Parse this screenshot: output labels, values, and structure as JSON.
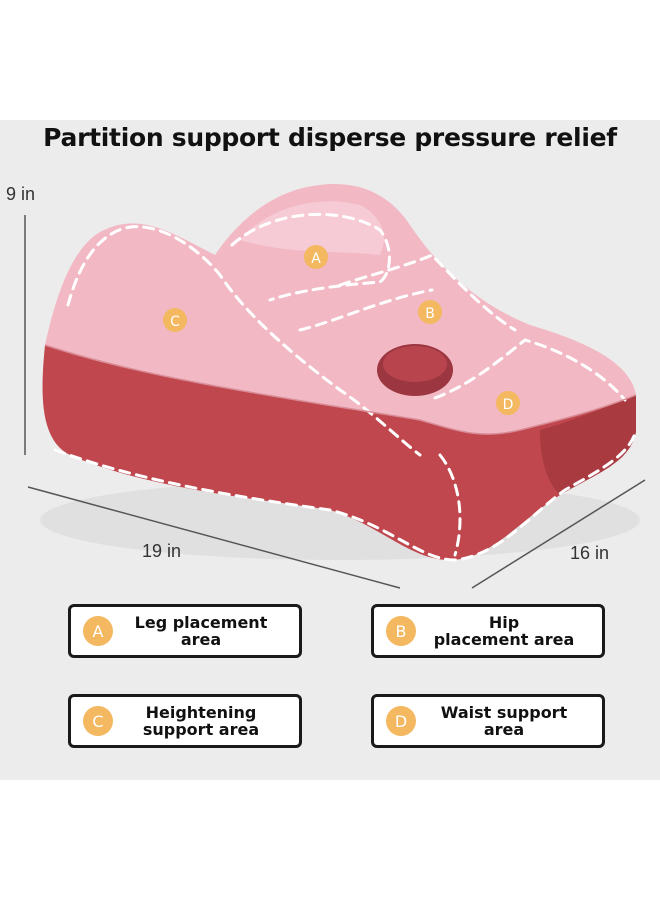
{
  "title": "Partition support disperse pressure relief",
  "dimensions": {
    "height": "9 in",
    "length": "19 in",
    "width": "16 in"
  },
  "zones": {
    "a": "A",
    "b": "B",
    "c": "C",
    "d": "D"
  },
  "legend": [
    {
      "letter": "A",
      "label": "Leg placement\narea"
    },
    {
      "letter": "B",
      "label": "Hip\nplacement area"
    },
    {
      "letter": "C",
      "label": "Heightening\nsupport area"
    },
    {
      "letter": "D",
      "label": "Waist support\narea"
    }
  ],
  "colors": {
    "panel_bg": "#ececec",
    "cushion_top": "#f2b9c5",
    "cushion_base": "#c0474d",
    "badge": "#f3b860",
    "stitch": "#ffffff"
  }
}
